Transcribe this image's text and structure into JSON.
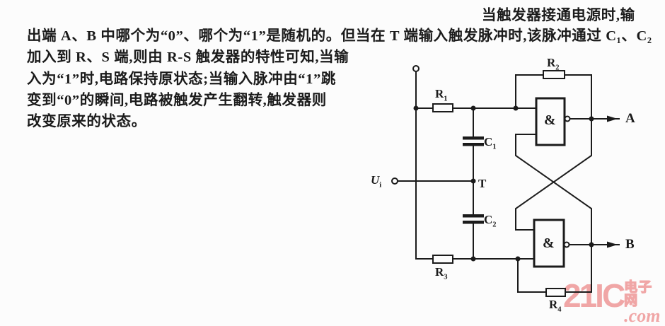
{
  "page": {
    "bg": "#fcfcfc",
    "ink": "#1b1b1b"
  },
  "paragraph": {
    "lines": [
      "当触发器接通电源时,输",
      "出端 A、B 中哪个为“0”、哪个为“1”是随机的。但当在 T 端输入触发脉冲时,该脉冲通过 C₁、C₂",
      "加入到 R、S 端,则由 R-S 触发器的特性可知,当输",
      "入为“1”时,电路保持原状态;当输入脉冲由“1”跳",
      "变到“0”的瞬间,电路被触发产生翻转,触发器则",
      "改变原来的状态。"
    ]
  },
  "circuit": {
    "stroke": "#1b1b1b",
    "labels": {
      "r1": {
        "base": "R",
        "sub": "1"
      },
      "r2": {
        "base": "R",
        "sub": "2"
      },
      "r3": {
        "base": "R",
        "sub": "3"
      },
      "r4": {
        "base": "R",
        "sub": "4"
      },
      "c1": {
        "base": "C",
        "sub": "1"
      },
      "c2": {
        "base": "C",
        "sub": "2"
      },
      "ui": {
        "base": "U",
        "sub": "i"
      },
      "t_node": "T",
      "output_a": "A",
      "output_b": "B",
      "gate_symbol": "&"
    }
  },
  "watermark": {
    "brand": "21IC",
    "site_cn": "电子网",
    "dot": ".",
    "domain_suffix": "com",
    "color": "#f0a6a6"
  }
}
